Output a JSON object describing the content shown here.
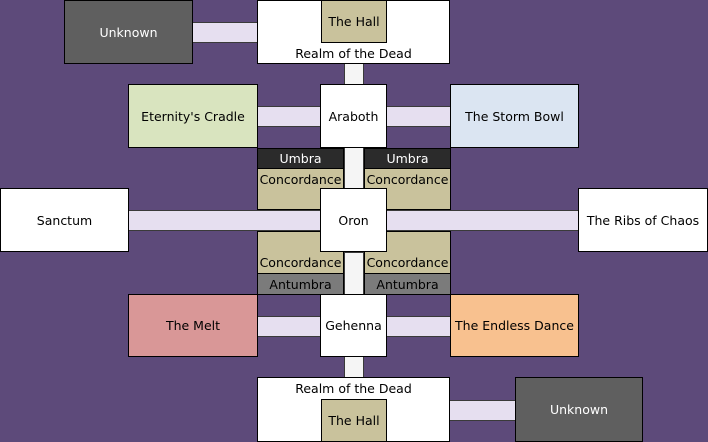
{
  "planes": {
    "hall_top": "The Hall",
    "realm_top": "Realm of the Dead",
    "unknown_top": "Unknown",
    "araboth": "Araboth",
    "eternitys_cradle": "Eternity's Cradle",
    "storm_bowl": "The Storm Bowl",
    "umbra_left": "Umbra",
    "umbra_right": "Umbra",
    "concordance_ul": "Concordance",
    "concordance_ur": "Concordance",
    "sanctum": "Sanctum",
    "oron": "Oron",
    "ribs_of_chaos": "The Ribs of Chaos",
    "concordance_ll": "Concordance",
    "concordance_lr": "Concordance",
    "antumbra_left": "Antumbra",
    "antumbra_right": "Antumbra",
    "the_melt": "The Melt",
    "gehenna": "Gehenna",
    "endless_dance": "The Endless Dance",
    "realm_bottom": "Realm of the Dead",
    "hall_bottom": "The Hall",
    "unknown_bottom": "Unknown"
  },
  "colors": {
    "background": "#5d4a7a",
    "white": "#ffffff",
    "unknown": "#5f5f5f",
    "hall": "#c9c29c",
    "concordance": "#c9c29c",
    "umbra": "#2b2b2b",
    "antumbra": "#7b7b7b",
    "eternitys_cradle": "#d9e4bf",
    "storm_bowl": "#dbe5f2",
    "the_melt": "#d99797",
    "endless_dance": "#f8c18f",
    "connector": "#e6dff0"
  }
}
